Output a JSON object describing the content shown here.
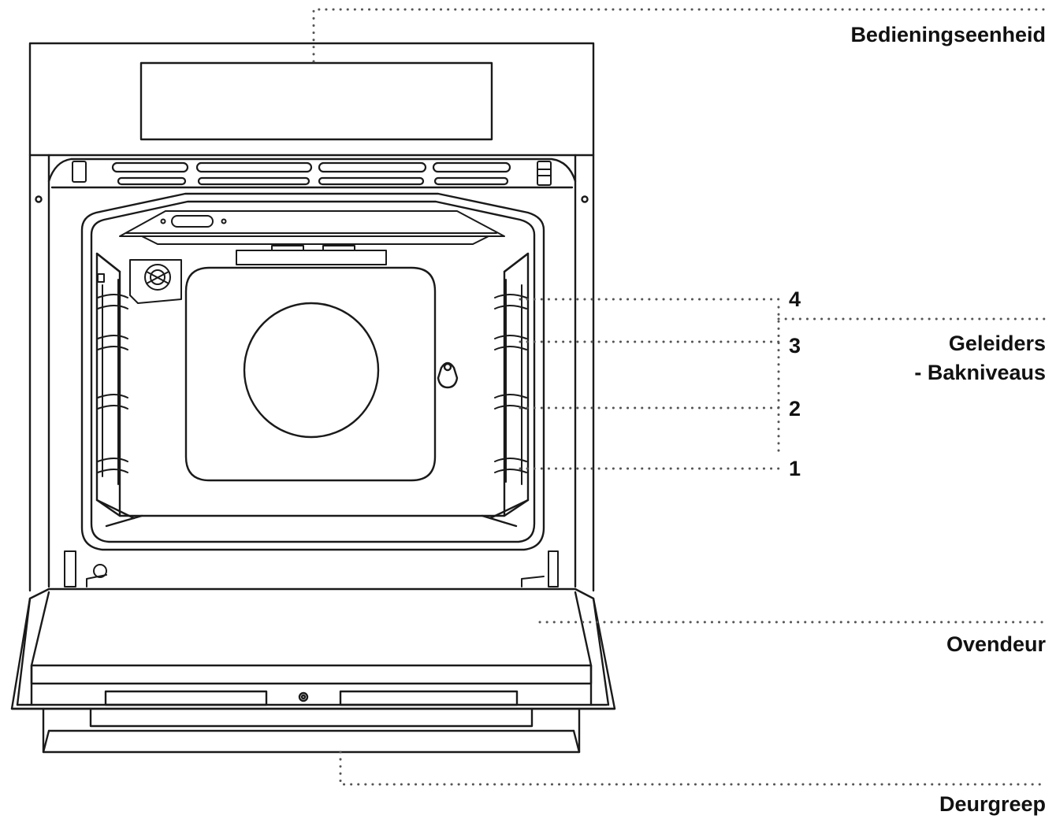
{
  "labels": {
    "control_unit": "Bedieningseenheid",
    "guides_line1": "Geleiders",
    "guides_line2": "- Bakniveaus",
    "oven_door": "Ovendeur",
    "door_handle": "Deurgreep"
  },
  "levels": [
    "4",
    "3",
    "2",
    "1"
  ],
  "colors": {
    "line": "#1a1a1a",
    "leader": "#555555",
    "text": "#111111",
    "background": "#ffffff"
  }
}
